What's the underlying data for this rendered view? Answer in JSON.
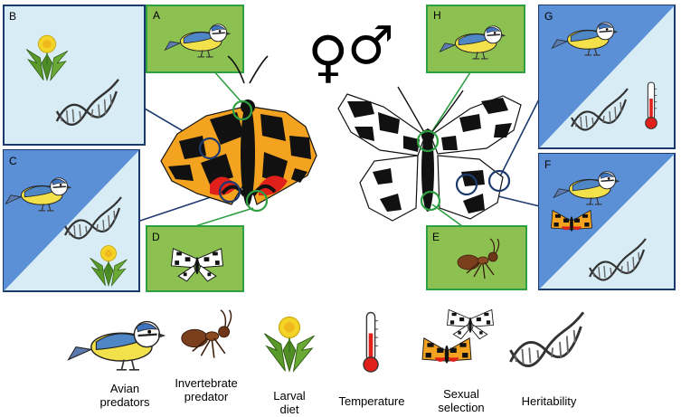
{
  "panels": {
    "A": "A",
    "B": "B",
    "C": "C",
    "D": "D",
    "E": "E",
    "F": "F",
    "G": "G",
    "H": "H"
  },
  "sex_symbols": {
    "female": "♀",
    "male": "♂"
  },
  "legend": [
    {
      "id": "avian",
      "lines": [
        "Avian",
        "predators"
      ]
    },
    {
      "id": "invertebrate",
      "lines": [
        "Invertebrate",
        "predator"
      ]
    },
    {
      "id": "larval",
      "lines": [
        "Larval",
        "diet"
      ]
    },
    {
      "id": "temperature",
      "lines": [
        "Temperature"
      ]
    },
    {
      "id": "sexual",
      "lines": [
        "Sexual",
        "selection"
      ]
    },
    {
      "id": "heritability",
      "lines": [
        "Heritability"
      ]
    }
  ],
  "colors": {
    "green_panel": "#8cc152",
    "green_border": "#2ea043",
    "blue_panel": "#5b8fd6",
    "light_blue_panel": "#d7ecf5",
    "navy_border": "#1d3a6e",
    "moth_orange": "#f4a321",
    "moth_red": "#e0201b"
  }
}
